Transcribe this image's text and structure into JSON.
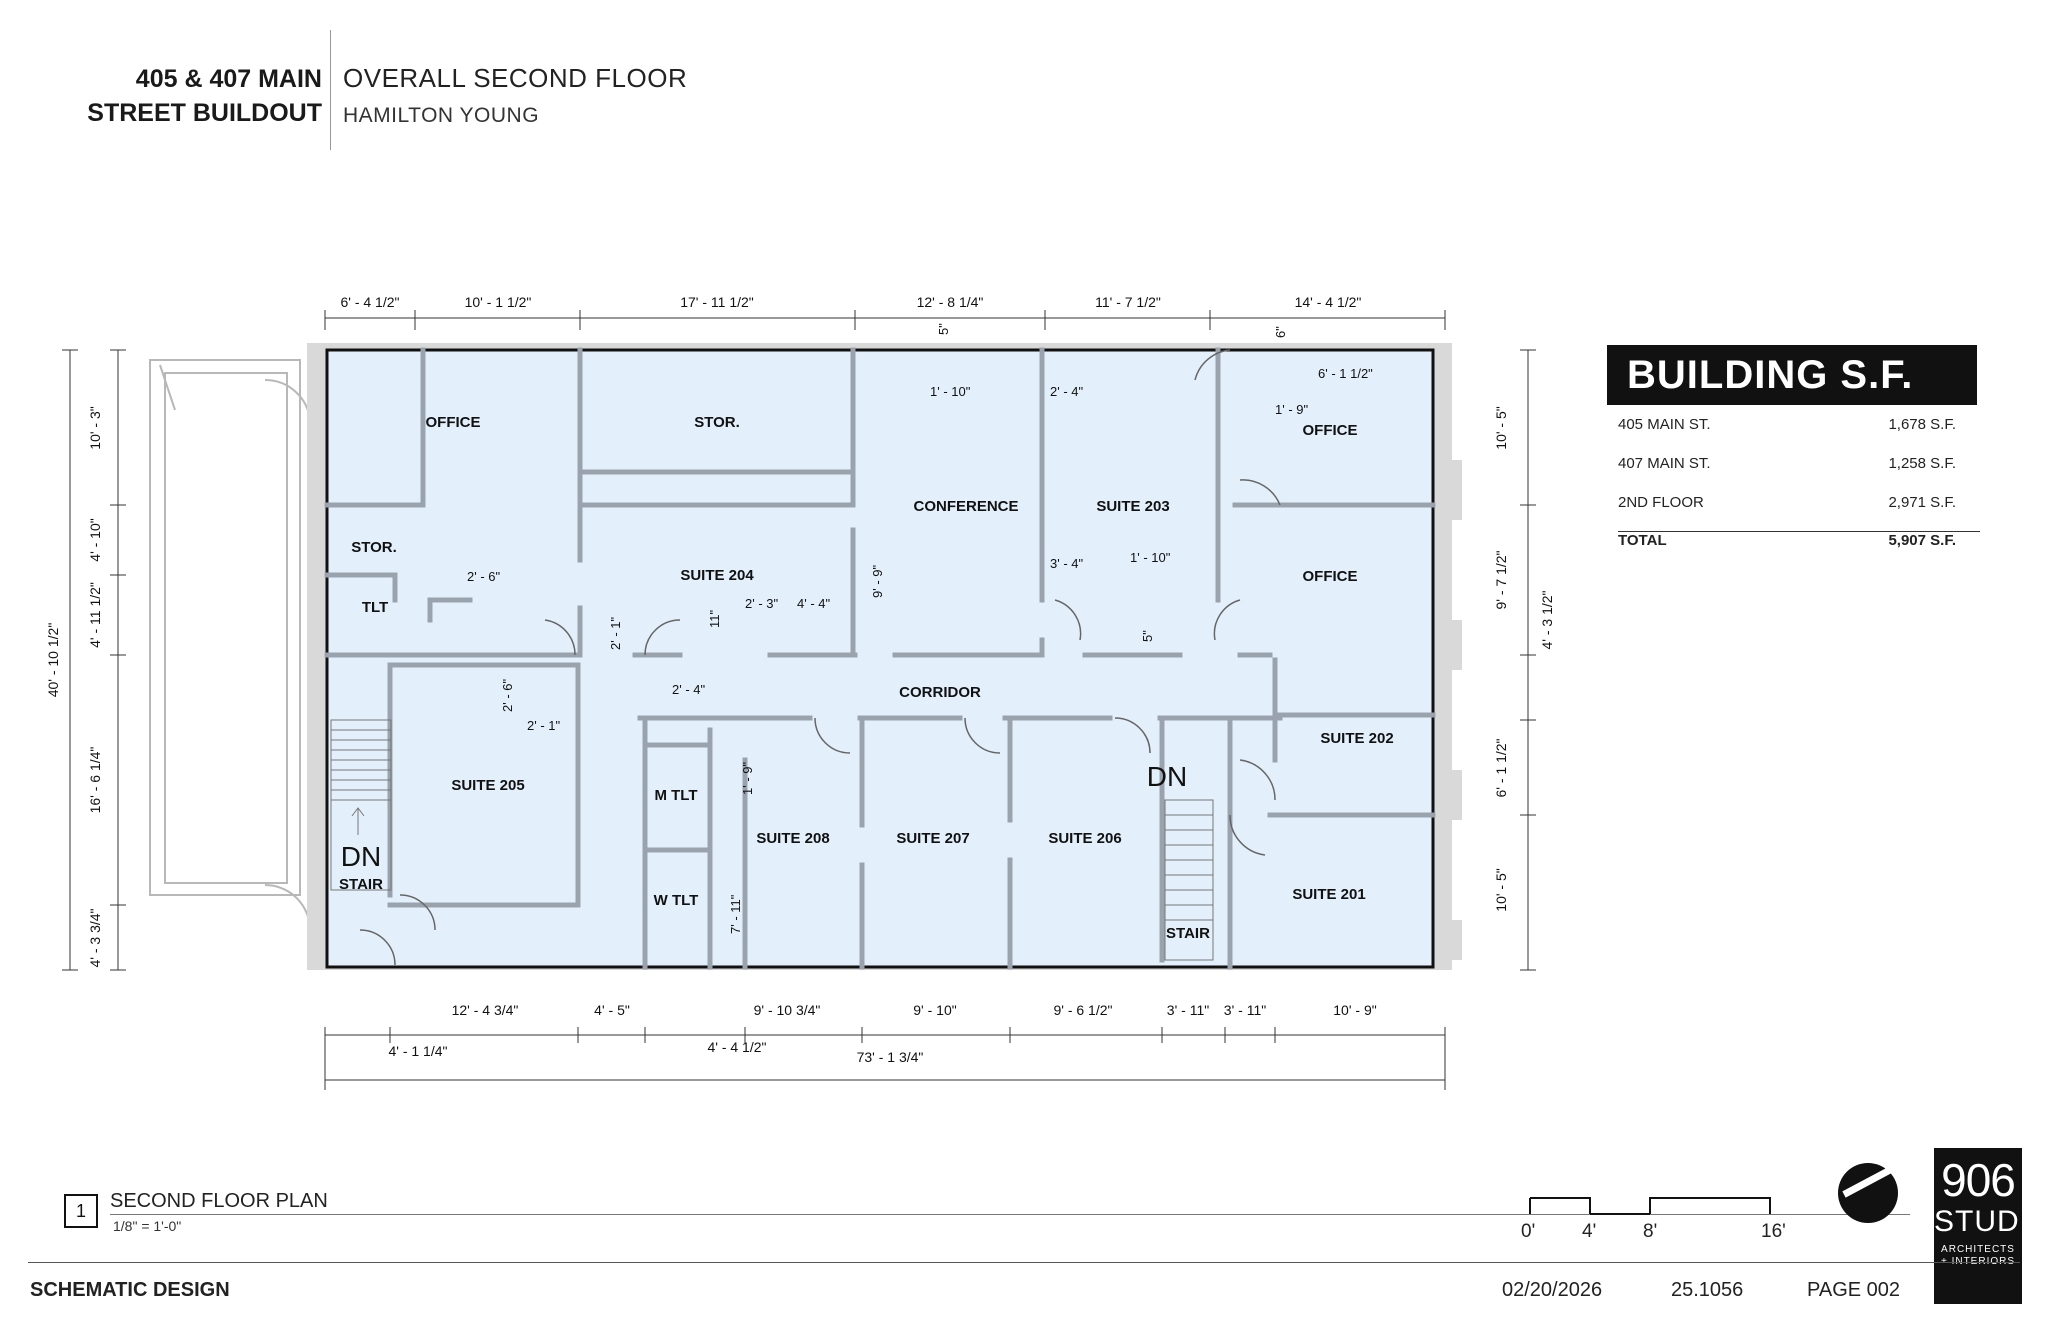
{
  "title_block": {
    "project_line1": "405 & 407 MAIN",
    "project_line2": "STREET BUILDOUT",
    "sheet_title": "OVERALL SECOND FLOOR",
    "client": "HAMILTON YOUNG"
  },
  "rooms": {
    "office_nw": "OFFICE",
    "stor_n": "STOR.",
    "conference": "CONFERENCE",
    "suite_203": "SUITE 203",
    "office_ne": "OFFICE",
    "stor_w": "STOR.",
    "suite_204": "SUITE 204",
    "office_e": "OFFICE",
    "tlt": "TLT",
    "corridor": "CORRIDOR",
    "suite_202": "SUITE 202",
    "suite_205": "SUITE 205",
    "m_tlt": "M TLT",
    "w_tlt": "W TLT",
    "suite_208": "SUITE 208",
    "suite_207": "SUITE 207",
    "suite_206": "SUITE 206",
    "suite_201": "SUITE 201",
    "stair_w": "STAIR",
    "stair_e": "STAIR",
    "dn_w": "DN",
    "dn_e": "DN"
  },
  "dims_top": [
    "6' - 4 1/2\"",
    "10' - 1 1/2\"",
    "17' - 11 1/2\"",
    "12' - 8 1/4\"",
    "11' - 7 1/2\"",
    "14' - 4 1/2\""
  ],
  "dims_bottom": [
    "12' - 4 3/4\"",
    "4' - 5\"",
    "9' - 10 3/4\"",
    "9' - 10\"",
    "9' - 6 1/2\"",
    "3' - 11\"",
    "3' - 11\"",
    "10' - 9\""
  ],
  "dims_bottom_sub": [
    "4' - 1 1/4\"",
    "4' - 4 1/2\""
  ],
  "dim_overall_width": "73' - 1 3/4\"",
  "dims_left": [
    "10' - 3\"",
    "4' - 10\"",
    "4' - 11 1/2\"",
    "16' - 6 1/4\"",
    "4' - 3 3/4\""
  ],
  "dim_overall_depth": "40' - 10 1/2\"",
  "dims_right": [
    "10' - 5\"",
    "9' - 7 1/2\"",
    "4' - 3 1/2\"",
    "6' - 1 1/2\"",
    "10' - 5\""
  ],
  "dims_interior": [
    "5\"",
    "1' - 10\"",
    "2' - 4\"",
    "6\"",
    "1' - 9\"",
    "6' - 1 1/2\"",
    "2' - 6\"",
    "2' - 1\"",
    "2' - 3\"",
    "4' - 4\"",
    "11\"",
    "9' - 9\"",
    "3' - 4\"",
    "1' - 10\"",
    "5\"",
    "2' - 6\"",
    "2' - 1\"",
    "2' - 4\"",
    "1' - 9\"",
    "7' - 11\""
  ],
  "building_sf": {
    "title": "BUILDING S.F.",
    "rows": [
      {
        "label": "405 MAIN ST.",
        "value": "1,678 S.F."
      },
      {
        "label": "407 MAIN ST.",
        "value": "1,258 S.F."
      },
      {
        "label": "2ND FLOOR",
        "value": "2,971 S.F."
      }
    ],
    "total_label": "TOTAL",
    "total_value": "5,907 S.F."
  },
  "view": {
    "number": "1",
    "title": "SECOND FLOOR PLAN",
    "scale": "1/8\" = 1'-0\""
  },
  "scale_bar": [
    "0'",
    "4'",
    "8'",
    "16'"
  ],
  "footer": {
    "phase": "SCHEMATIC DESIGN",
    "date": "02/20/2026",
    "project_number": "25.1056",
    "page": "PAGE 002"
  },
  "logo": {
    "number": "906",
    "word": "STUDIO",
    "tagline_1": "ARCHITECTS",
    "tagline_2": "+ INTERIORS"
  },
  "colors": {
    "floor_fill": "#e3f0fb",
    "wall": "#9aa3ad",
    "outline": "#111111"
  }
}
